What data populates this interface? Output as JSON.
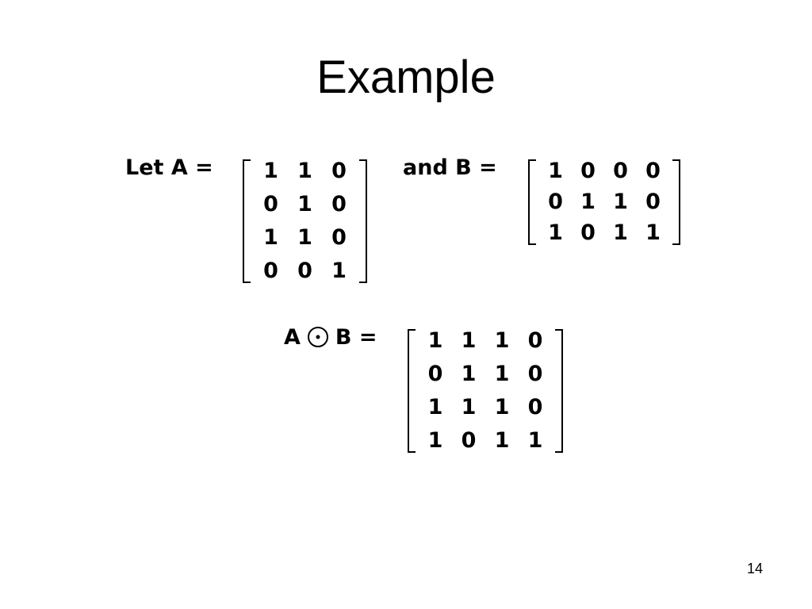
{
  "slide": {
    "title": "Example",
    "page_number": "14"
  },
  "labels": {
    "let_a": "Let A =",
    "and_b": "and B =",
    "product_a": "A",
    "product_b": "B ="
  },
  "matrices": {
    "A": [
      [
        "1",
        "1",
        "0"
      ],
      [
        "0",
        "1",
        "0"
      ],
      [
        "1",
        "1",
        "0"
      ],
      [
        "0",
        "0",
        "1"
      ]
    ],
    "B": [
      [
        "1",
        "0",
        "0",
        "0"
      ],
      [
        "0",
        "1",
        "1",
        "0"
      ],
      [
        "1",
        "0",
        "1",
        "1"
      ]
    ],
    "result": [
      [
        "1",
        "1",
        "1",
        "0"
      ],
      [
        "0",
        "1",
        "1",
        "0"
      ],
      [
        "1",
        "1",
        "1",
        "0"
      ],
      [
        "1",
        "0",
        "1",
        "1"
      ]
    ]
  }
}
